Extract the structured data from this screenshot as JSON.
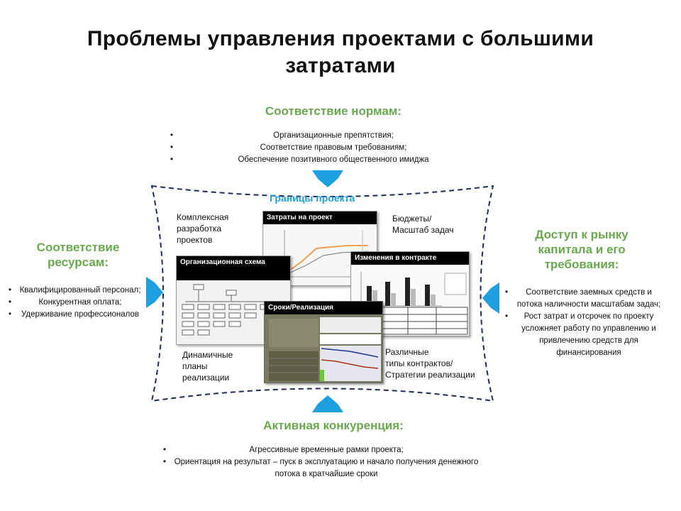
{
  "title": {
    "line1": "Проблемы управления проектами с большими",
    "line2": "затратами"
  },
  "top": {
    "heading": "Соответствие нормам:",
    "items": [
      "Организационные препятствия;",
      "Соответствие правовым требованиям;",
      "Обеспечение позитивного общественного имиджа"
    ]
  },
  "left": {
    "heading_line1": "Соответствие",
    "heading_line2": "ресурсам:",
    "items": [
      "Квалифицированный персонал;",
      "Конкурентная оплата;",
      "Удерживание профессионалов"
    ]
  },
  "right": {
    "heading_line1": "Доступ к рынку",
    "heading_line2": "капитала и его",
    "heading_line3": "требования:",
    "items": [
      "Соответствие заемных средств и потока наличности масштабам задач;",
      "Рост затрат и отсрочек по проекту усложняет работу по управлению и привлечению средств для финансирования"
    ]
  },
  "bottom": {
    "heading": "Активная конкуренция:",
    "items": [
      "Агрессивные временные рамки проекта;",
      "Ориентация на результат – пуск в эксплуатацию и начало получения денежного потока в кратчайшие сроки"
    ]
  },
  "center": {
    "boundary_label": "Границы проекта",
    "label_tl_1": "Комплексная",
    "label_tl_2": "разработка",
    "label_tl_3": "проектов",
    "label_tr_1": "Бюджеты/",
    "label_tr_2": "Масштаб задач",
    "label_bl_1": "Динамичные",
    "label_bl_2": "планы",
    "label_bl_3": "реализации",
    "label_br_1": "Различные",
    "label_br_2": "типы контрактов/",
    "label_br_3": "Стратегии реализации",
    "panel_costs": "Затраты на проект",
    "panel_org": "Организационная схема",
    "panel_changes": "Изменения в контракте",
    "panel_schedule": "Сроки/Реализация"
  },
  "colors": {
    "heading_green": "#6aa84f",
    "boundary_blue": "#1f9fd8",
    "arrow_blue": "#1ea0e0",
    "dash_navy": "#1f2d5c"
  }
}
